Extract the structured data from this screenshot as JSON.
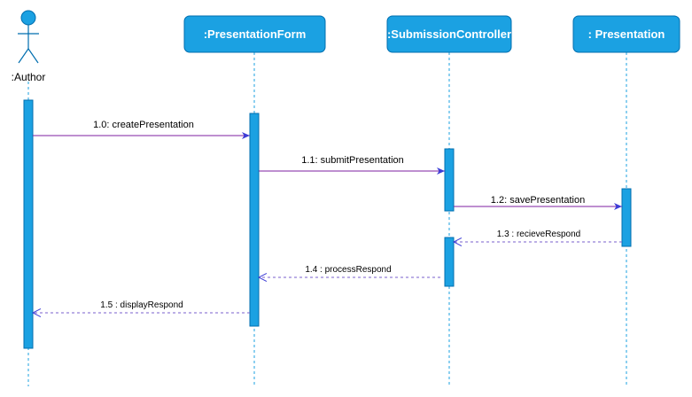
{
  "diagram": {
    "actor": {
      "label": ":Author"
    },
    "participants": [
      {
        "id": "form",
        "label": ":PresentationForm"
      },
      {
        "id": "controller",
        "label": ":SubmissionController"
      },
      {
        "id": "presentation",
        "label": ": Presentation"
      }
    ],
    "messages": [
      {
        "label": "1.0: createPresentation",
        "kind": "sync"
      },
      {
        "label": "1.1: submitPresentation",
        "kind": "sync"
      },
      {
        "label": "1.2: savePresentation",
        "kind": "sync"
      },
      {
        "label": "1.3 : recieveRespond",
        "kind": "return"
      },
      {
        "label": "1.4 : processRespond",
        "kind": "return"
      },
      {
        "label": "1.5 : displayRespond",
        "kind": "return"
      }
    ],
    "colors": {
      "participant_fill": "#1ba1e2",
      "participant_stroke": "#006eaf",
      "sync_arrow": "#7c1fa2",
      "return_arrow": "#7a5fcc",
      "arrow_head": "#3d3dd6"
    }
  }
}
